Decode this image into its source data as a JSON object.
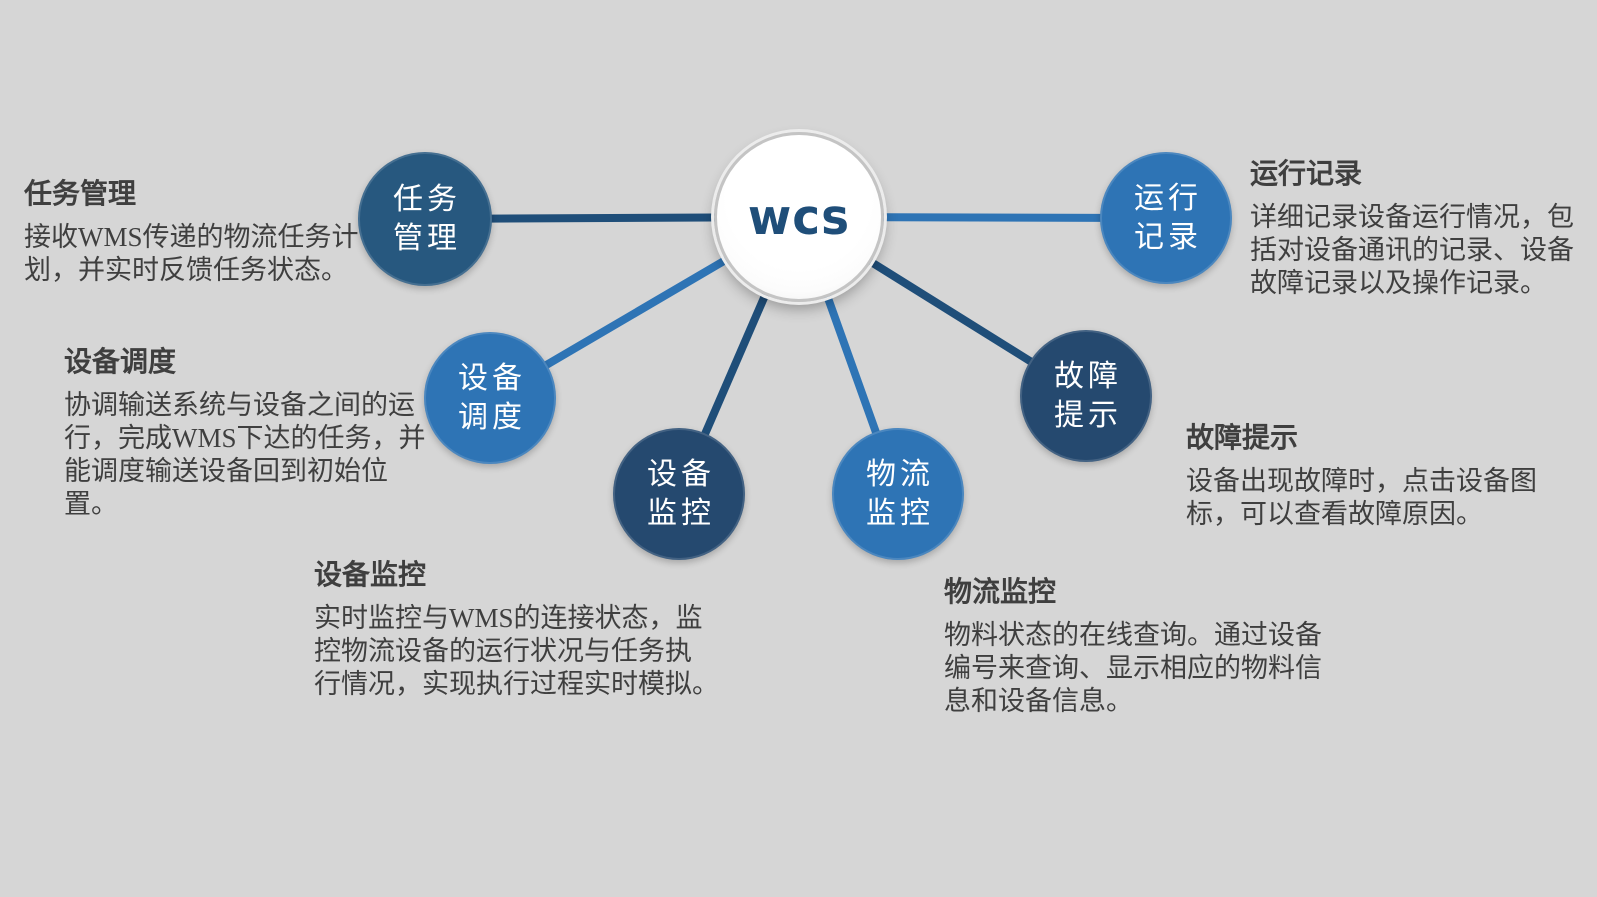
{
  "background": "#d6d6d6",
  "colors": {
    "dark_line": "#1f4e79",
    "light_line": "#2e74b5",
    "node_dark": "#27587f",
    "node_navy": "#25496f",
    "node_light": "#2e74b5",
    "center_fill": "#ffffff",
    "center_text": "#1f4e79",
    "body_text": "#3f3f3f"
  },
  "center": {
    "label": "WCS"
  },
  "nodes": [
    {
      "id": "task-management",
      "line1": "任务",
      "line2": "管理",
      "color": "#27587f"
    },
    {
      "id": "equipment-scheduling",
      "line1": "设备",
      "line2": "调度",
      "color": "#2e74b5"
    },
    {
      "id": "equipment-monitoring",
      "line1": "设备",
      "line2": "监控",
      "color": "#25496f"
    },
    {
      "id": "logistics-monitoring",
      "line1": "物流",
      "line2": "监控",
      "color": "#2e74b5"
    },
    {
      "id": "fault-alert",
      "line1": "故障",
      "line2": "提示",
      "color": "#25496f"
    },
    {
      "id": "operation-log",
      "line1": "运行",
      "line2": "记录",
      "color": "#2e74b5"
    }
  ],
  "blocks": [
    {
      "title": "任务管理",
      "lines": [
        "接收WMS传递的物流任务计",
        "划，并实时反馈任务状态。"
      ]
    },
    {
      "title": "设备调度",
      "lines": [
        "协调输送系统与设备之间的运",
        "行，完成WMS下达的任务，并",
        "能调度输送设备回到初始位",
        "置。"
      ]
    },
    {
      "title": "设备监控",
      "lines": [
        "实时监控与WMS的连接状态，监",
        "控物流设备的运行状况与任务执",
        "行情况，实现执行过程实时模拟。"
      ]
    },
    {
      "title": "物流监控",
      "lines": [
        "物料状态的在线查询。通过设备",
        "编号来查询、显示相应的物料信",
        "息和设备信息。"
      ]
    },
    {
      "title": "故障提示",
      "lines": [
        "设备出现故障时，点击设备图",
        "标，可以查看故障原因。"
      ]
    },
    {
      "title": "运行记录",
      "lines": [
        "详细记录设备运行情况，包",
        "括对设备通讯的记录、设备",
        "故障记录以及操作记录。"
      ]
    }
  ]
}
